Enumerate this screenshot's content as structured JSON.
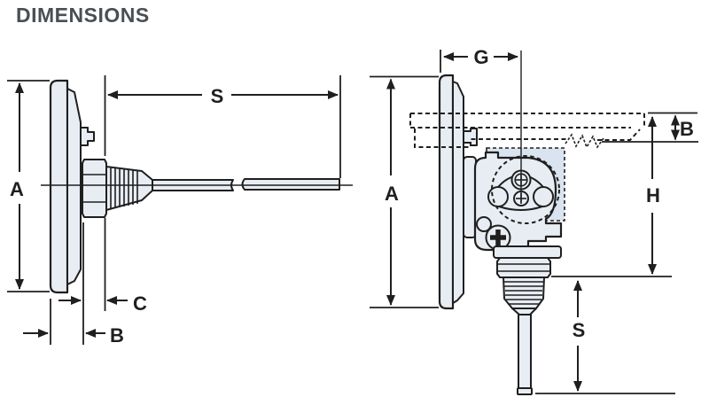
{
  "title": "DIMENSIONS",
  "colors": {
    "line": "#1f1f1f",
    "device_fill": "#e8edf3",
    "shade_fill": "#d9e4f0",
    "title_text": "#4a4f54",
    "background": "#ffffff"
  },
  "left_view": {
    "dim_labels": {
      "a": "A",
      "s": "S",
      "c": "C",
      "b": "B"
    }
  },
  "right_view": {
    "dim_labels": {
      "g": "G",
      "a": "A",
      "b": "B",
      "h": "H",
      "s": "S"
    }
  }
}
